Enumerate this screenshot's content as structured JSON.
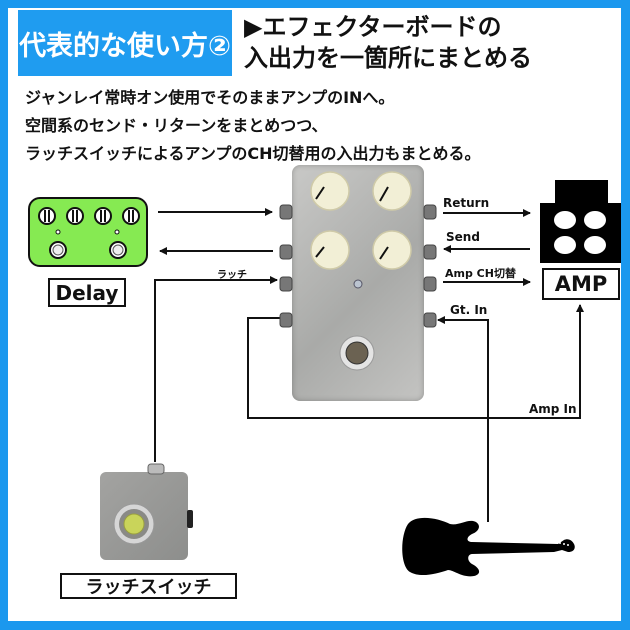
{
  "header": {
    "title": "代表的な使い方②",
    "subtitle_line1": "▶エフェクターボードの",
    "subtitle_line2": "入出力を一箇所にまとめる"
  },
  "description": {
    "lines": [
      "ジャンレイ常時オン使用でそのままアンプのINへ。",
      "空間系のセンド・リターンをまとめつつ、",
      "ラッチスイッチによるアンプのCH切替用の入出力もまとめる。"
    ]
  },
  "devices": {
    "delay": {
      "label": "Delay",
      "color": "#86ea52"
    },
    "main_pedal": {
      "knob_count": 4,
      "color": "#b8b9b8",
      "knob_color": "#f2efd6"
    },
    "amp": {
      "label": "AMP"
    },
    "latch_switch": {
      "label": "ラッチスイッチ",
      "button_color": "#c9d45a"
    },
    "guitar": {
      "icon": "electric-guitar-silhouette"
    }
  },
  "connections": {
    "latch": "ラッチ",
    "return": "Return",
    "send": "Send",
    "amp_ch": "Amp CH切替",
    "gt_in": "Gt. In",
    "amp_in": "Amp In"
  },
  "colors": {
    "frame": "#1b98ee",
    "title_bg": "#1f9cf0",
    "line": "#111111"
  }
}
